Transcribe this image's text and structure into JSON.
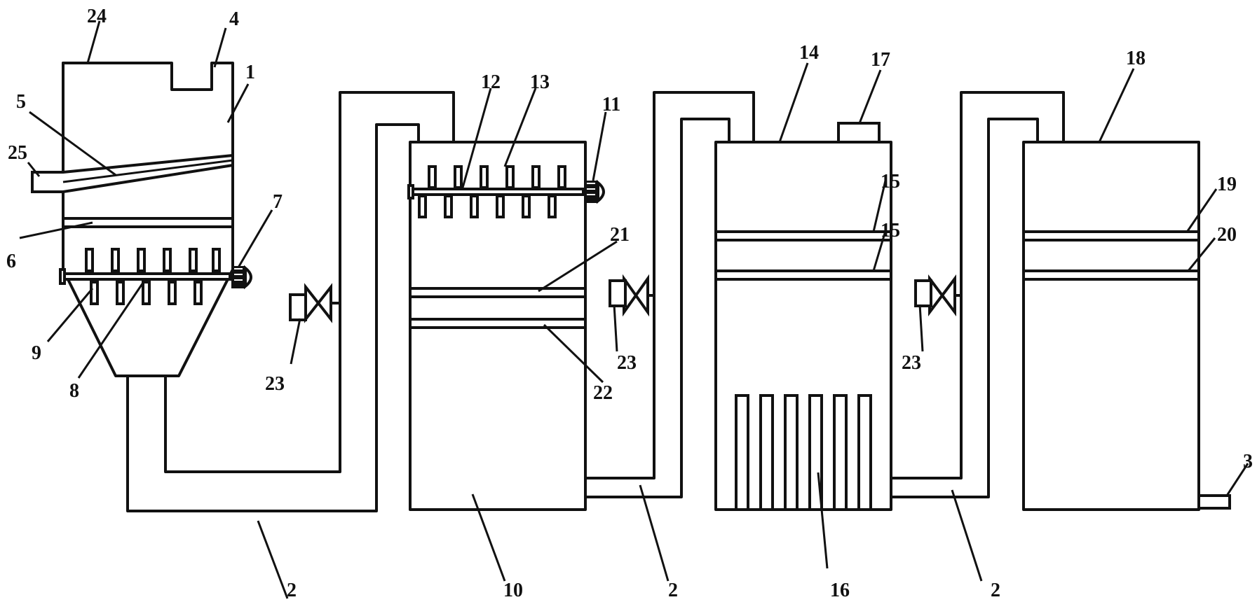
{
  "labels": {
    "n1": "1",
    "n2a": "2",
    "n2b": "2",
    "n2c": "2",
    "n3": "3",
    "n4": "4",
    "n5": "5",
    "n6": "6",
    "n7": "7",
    "n8": "8",
    "n9": "9",
    "n10": "10",
    "n11": "11",
    "n12": "12",
    "n13": "13",
    "n14": "14",
    "n15a": "15",
    "n15b": "15",
    "n16": "16",
    "n17": "17",
    "n18": "18",
    "n19": "19",
    "n20": "20",
    "n21": "21",
    "n22": "22",
    "n23a": "23",
    "n23b": "23",
    "n23c": "23",
    "n24": "24",
    "n25": "25"
  }
}
